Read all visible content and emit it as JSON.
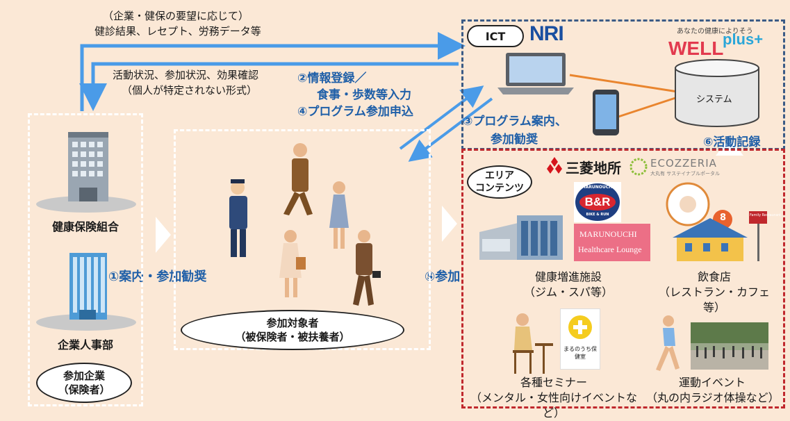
{
  "top_note": {
    "line1": "（企業・健保の要望に応じて）",
    "line2": "健診結果、レセプト、労務データ等"
  },
  "return_note": {
    "line1": "活動状況、参加状況、効果確認",
    "line2": "（個人が特定されない形式）"
  },
  "steps": {
    "step2_line1": "②情報登録／",
    "step2_line2": "食事・歩数等入力",
    "step4": "④プログラム参加申込",
    "step3_line1": "③プログラム案内、",
    "step3_line2": "参加勧奨",
    "step1": "①案内・参加勧奨",
    "step5": "⑤参加",
    "step6": "⑥活動記録"
  },
  "left_panel": {
    "org1": "健康保険組合",
    "org2": "企業人事部",
    "group_line1": "参加企業",
    "group_line2": "（保険者）"
  },
  "middle_panel": {
    "target_line1": "参加対象者",
    "target_line2": "（被保険者・被扶養者）"
  },
  "ict_panel": {
    "label": "ICT",
    "nri_logo": "NRI",
    "tagline": "あなたの健康によりそう",
    "wellplus_main": "WELL",
    "wellplus_sup": "plus+",
    "system_label": "システム"
  },
  "area_panel": {
    "label_line1": "エリア",
    "label_line2": "コンテンツ",
    "mitsubishi_logo": "三菱地所",
    "ecozzeria": "ECOZZERIA",
    "ecozzeria_sub": "大丸有 サステイナブルポータル",
    "br_logo_top": "MARUNOUCHI",
    "br_logo_main": "B&R",
    "br_logo_bottom": "BIKE & RUN",
    "lounge_line1": "MARUNOUCHI",
    "lounge_line2": "Healthcare Lounge",
    "facility_line1": "健康増進施設",
    "facility_line2": "（ジム・スパ等）",
    "restaurant_badge": "8",
    "restaurant_sign": "Family Restaurant",
    "restaurant_line1": "飲食店",
    "restaurant_line2": "（レストラン・カフェ等）",
    "hokenshitsu": "まるのうち保健室",
    "seminar_line1": "各種セミナー",
    "seminar_line2": "（メンタル・女性向けイベントなど）",
    "event_line1": "運動イベント",
    "event_line2": "（丸の内ラジオ体操など）"
  },
  "colors": {
    "background": "#fbe8d6",
    "arrow_blue": "#4a9be8",
    "step_blue": "#1f5fa8",
    "ict_border": "#3b5b86",
    "area_border": "#c0282d",
    "system_line": "#e9852e"
  }
}
